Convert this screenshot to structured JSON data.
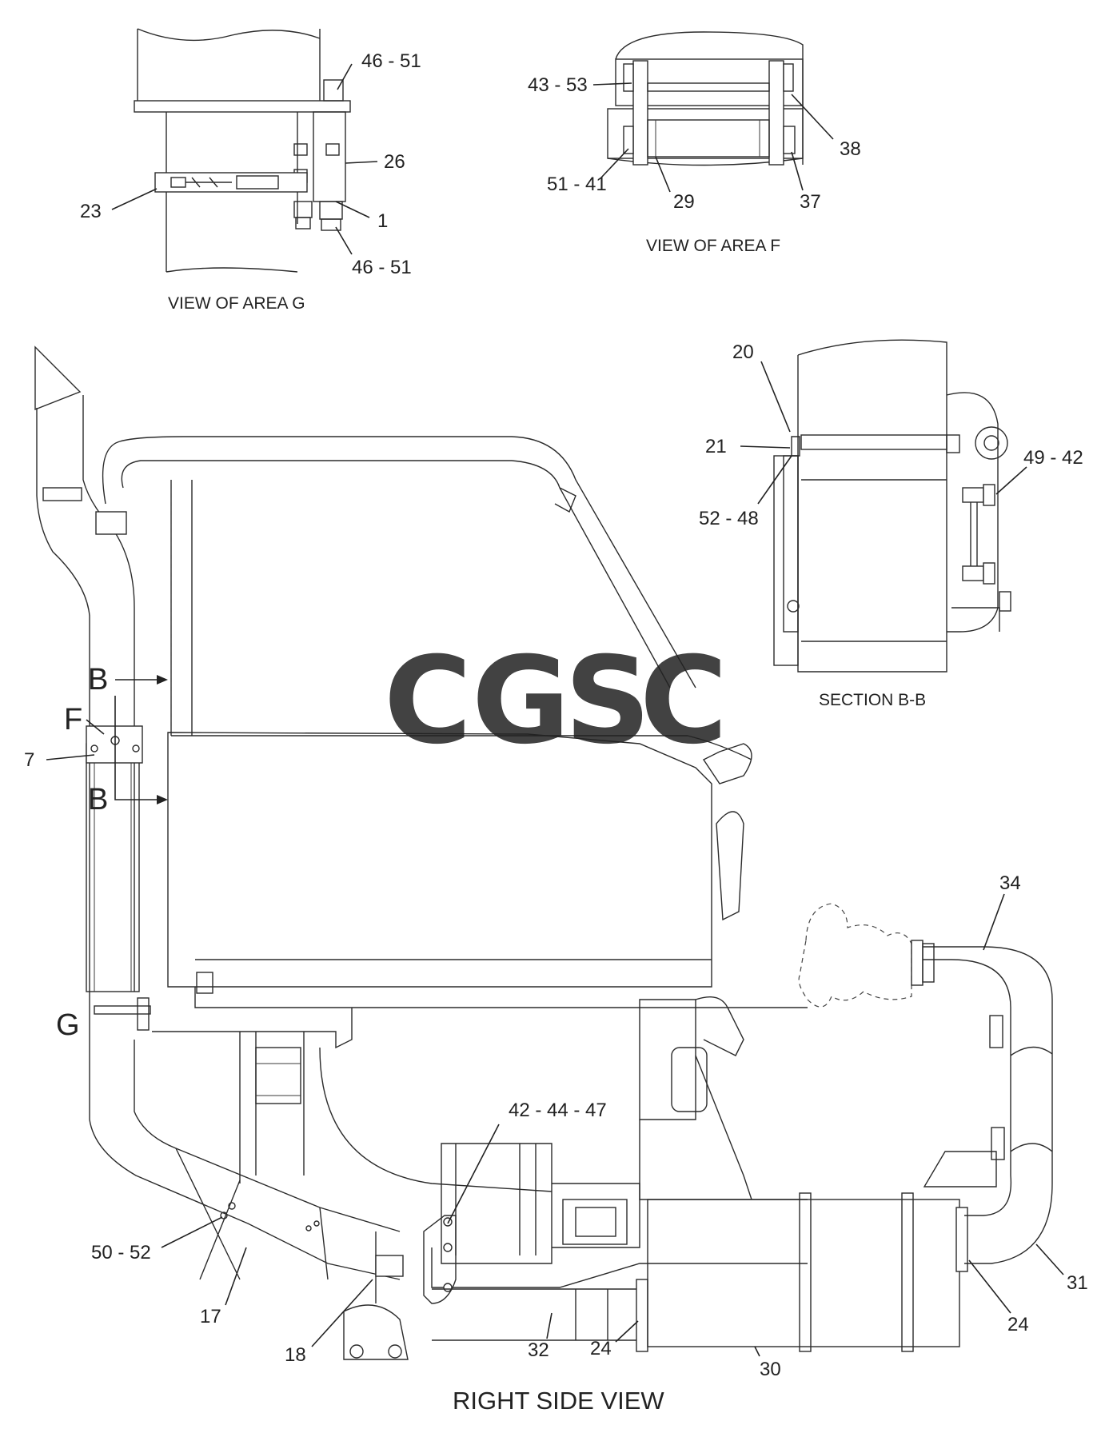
{
  "views": {
    "area_g": {
      "caption": "VIEW OF AREA G",
      "callouts": [
        "46 - 51",
        "26",
        "1",
        "46 - 51",
        "23"
      ]
    },
    "area_f": {
      "caption": "VIEW OF AREA F",
      "callouts": [
        "43 - 53",
        "38",
        "51 - 41",
        "29",
        "37"
      ]
    },
    "section_bb": {
      "caption": "SECTION B-B",
      "callouts": [
        "20",
        "21",
        "52 - 48",
        "49 - 42"
      ]
    },
    "right_side": {
      "caption": "RIGHT SIDE VIEW",
      "section_markers": [
        "B",
        "B"
      ],
      "area_markers": [
        "F",
        "G"
      ],
      "callouts": [
        "7",
        "34",
        "42 - 44 - 47",
        "50 - 52",
        "17",
        "18",
        "32",
        "24",
        "30",
        "24",
        "31"
      ]
    }
  },
  "watermark": {
    "letters": [
      "C",
      "G",
      "S",
      "C"
    ],
    "colors": [
      "#5b8def",
      "#ee6f63",
      "#f6c544",
      "#4caf7a"
    ]
  }
}
